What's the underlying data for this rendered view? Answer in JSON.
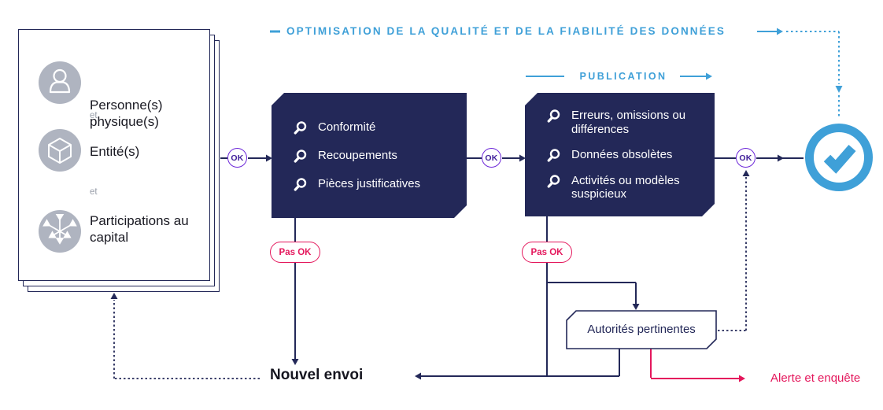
{
  "header": {
    "title": "OPTIMISATION DE LA QUALITÉ ET DE LA FIABILITÉ DES DONNÉES"
  },
  "source_card": {
    "items": [
      {
        "icon": "person-icon",
        "label": "Personne(s) physique(s)"
      },
      {
        "icon": "cube-icon",
        "label": "Entité(s)"
      },
      {
        "icon": "network-icon",
        "label": "Participations au capital"
      }
    ],
    "separator": "et"
  },
  "checks_box": {
    "items": [
      "Conformité",
      "Recoupements",
      "Pièces justificatives"
    ]
  },
  "publication": {
    "label": "PUBLICATION",
    "items": [
      "Erreurs, omissions ou différences",
      "Données obsolètes",
      "Activités ou modèles suspicieux"
    ]
  },
  "badges": {
    "ok": "OK",
    "not_ok": "Pas OK"
  },
  "authorities": {
    "label": "Autorités pertinentes"
  },
  "outcomes": {
    "resubmit": "Nouvel envoi",
    "alert": "Alerte et enquête"
  },
  "colors": {
    "navy": "#232858",
    "blue": "#3FA0D8",
    "purple": "#6D28D9",
    "pink": "#E4175C",
    "icon_gray": "#AFB4C0"
  }
}
